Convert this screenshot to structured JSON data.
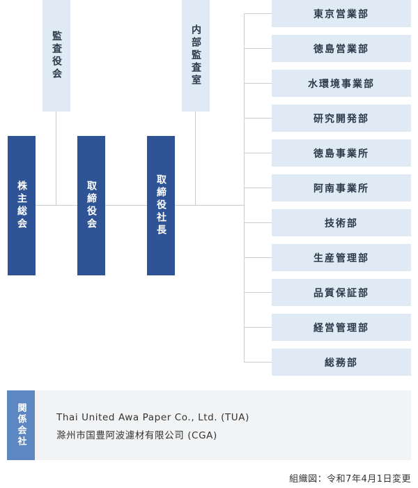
{
  "boxes": {
    "shareholders": "株主総会",
    "auditors": "監査役会",
    "board": "取締役会",
    "internal_audit": "内部監査室",
    "president": "取締役社長"
  },
  "departments": [
    "東京営業部",
    "徳島営業部",
    "水環境事業部",
    "研究開発部",
    "徳島事業所",
    "阿南事業所",
    "技術部",
    "生産管理部",
    "品質保証部",
    "経営管理部",
    "総務部"
  ],
  "affiliates": {
    "label": "関係会社",
    "companies": [
      "Thai United Awa Paper Co., Ltd. (TUA)",
      "滁州市国豊阿波濾材有限公司 (CGA)"
    ]
  },
  "footnote": "組織図：令和7年4月1日変更",
  "colors": {
    "navy": "#2e5496",
    "light_blue": "#dfeaf4",
    "affiliate_blue": "#5c87c2",
    "line": "#c9cdd2"
  }
}
